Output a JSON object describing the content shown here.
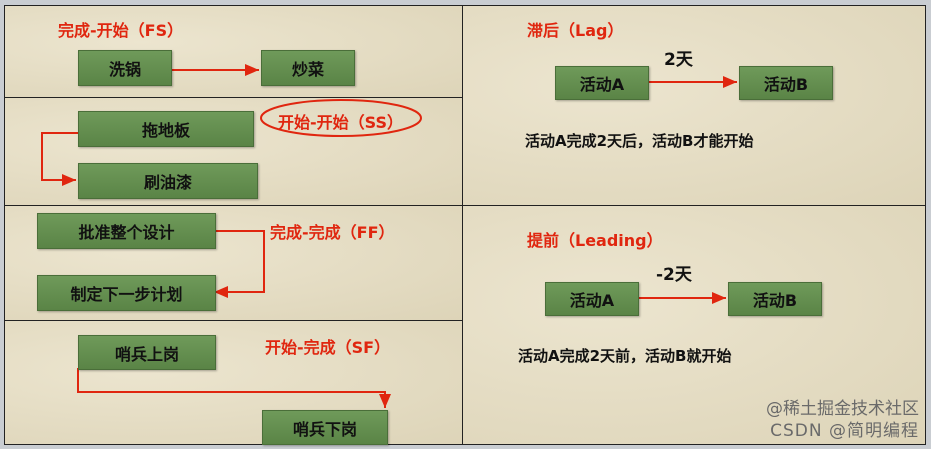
{
  "fs": {
    "title": "完成-开始（FS）",
    "a": "洗锅",
    "b": "炒菜"
  },
  "ss": {
    "title": "开始-开始（SS）",
    "a": "拖地板",
    "b": "刷油漆"
  },
  "ff": {
    "title": "完成-完成（FF）",
    "a": "批准整个设计",
    "b": "制定下一步计划"
  },
  "sf": {
    "title": "开始-完成（SF）",
    "a": "哨兵上岗",
    "b": "哨兵下岗"
  },
  "lag": {
    "title": "滞后（Lag）",
    "delay": "2天",
    "a": "活动A",
    "b": "活动B",
    "desc": "活动A完成2天后，活动B才能开始"
  },
  "lead": {
    "title": "提前（Leading）",
    "delay": "-2天",
    "a": "活动A",
    "b": "活动B",
    "desc": "活动A完成2天前，活动B就开始"
  },
  "watermark": {
    "a": "@稀土掘金技术社区",
    "b": "CSDN @简明编程"
  },
  "colors": {
    "title": "#e0260f",
    "box": "#6a9455",
    "arrow": "#e0260f",
    "background": "#e8e0c9"
  }
}
